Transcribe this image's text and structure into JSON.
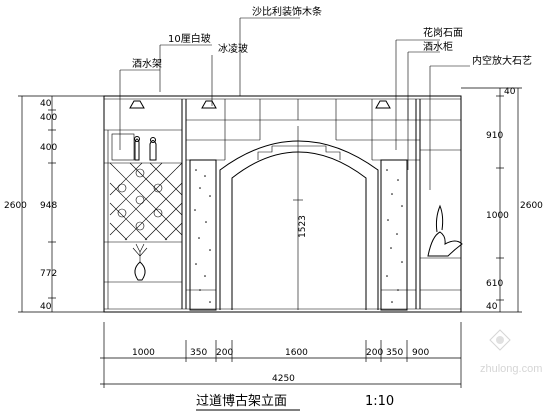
{
  "drawing": {
    "title": "过道博古架立面",
    "scale": "1:10",
    "callouts": {
      "decor_strip": "沙比利装饰木条",
      "spotlight": "10厘白玻",
      "ice_glass": "冰凌玻",
      "wine_rack": "酒水架",
      "granite": "花岗石面",
      "wine_cabinet": "酒水柜",
      "vase": "内空放大石艺"
    },
    "dims_left": [
      "40",
      "400",
      "400",
      "948",
      "772",
      "40"
    ],
    "dims_left_total": "2600",
    "dims_right": [
      "40",
      "910",
      "1000",
      "610",
      "40"
    ],
    "dims_right_total": "2600",
    "dims_bottom": [
      "1000",
      "350",
      "200",
      "1600",
      "200",
      "350",
      "900"
    ],
    "dims_bottom_total": "4250",
    "arch_height": "1523",
    "watermark": "zhulong.com"
  }
}
